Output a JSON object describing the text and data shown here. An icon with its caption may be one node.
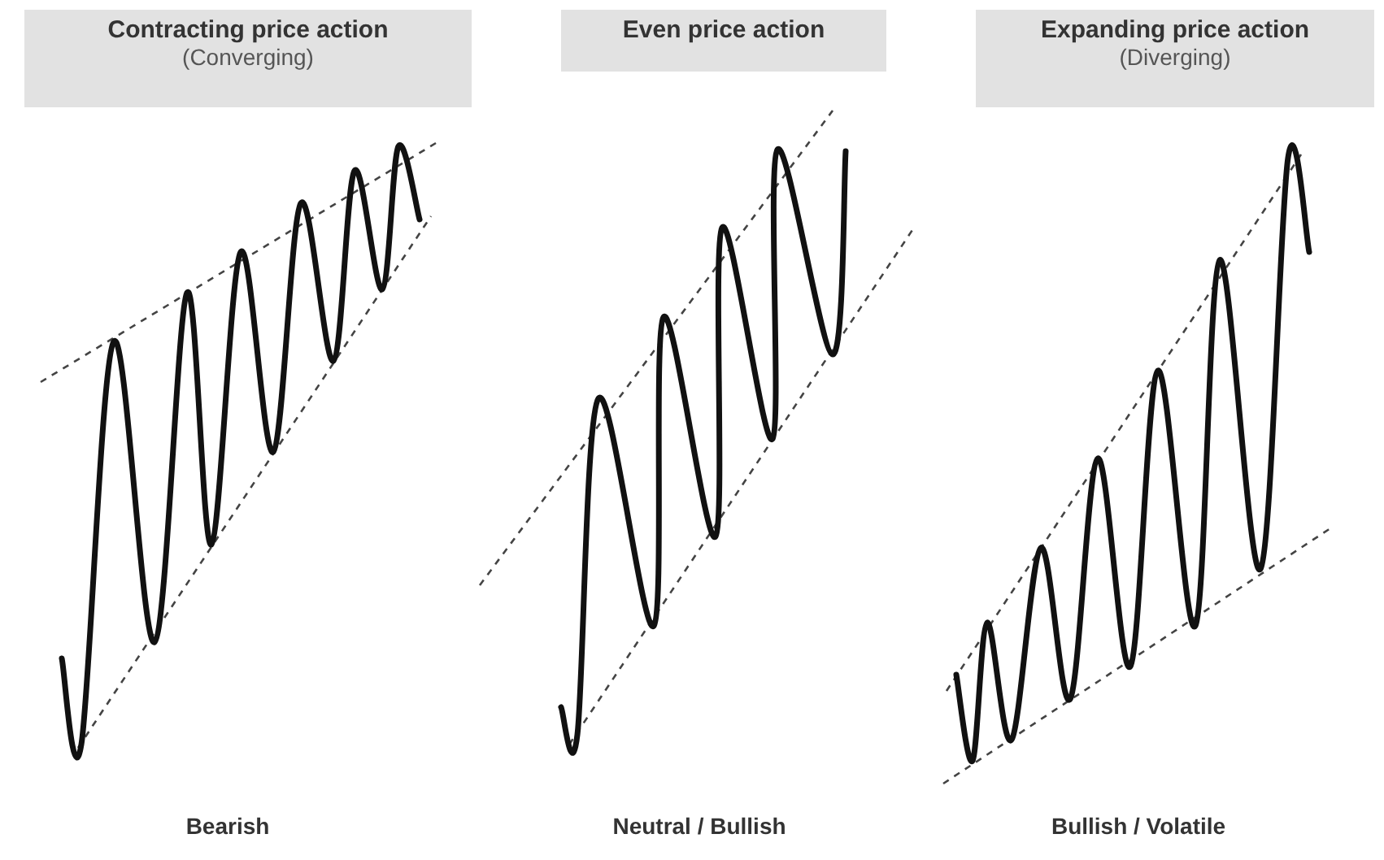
{
  "diagram": {
    "nodes": [
      {
        "text": [
          "Contracting price action",
          "(Converging)"
        ]
      },
      {
        "text": [
          "Even price action"
        ]
      },
      {
        "text": [
          "Expanding price action",
          "(Diverging)"
        ]
      }
    ],
    "labels": [
      "Bearish",
      "Neutral / Bullish",
      "Bullish / Volatile"
    ]
  }
}
